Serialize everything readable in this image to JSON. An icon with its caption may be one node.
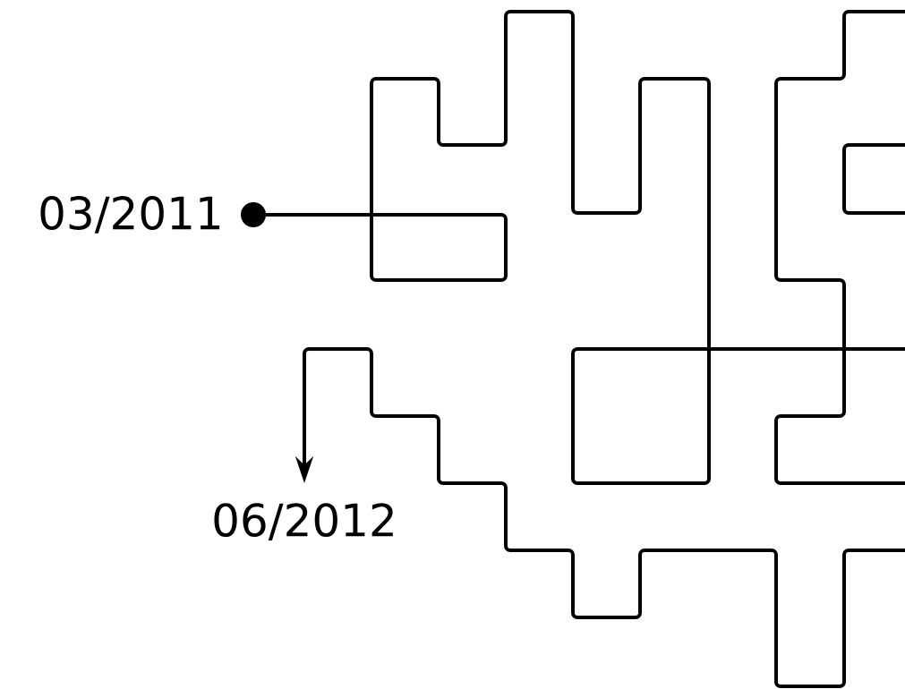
{
  "diagram": {
    "nodes": [
      {
        "text": [
          "03/2011"
        ]
      },
      {
        "text": [
          "06/2012"
        ]
      }
    ],
    "edges": [
      {
        "from": 0,
        "to": 1,
        "arrow": "to"
      }
    ]
  }
}
